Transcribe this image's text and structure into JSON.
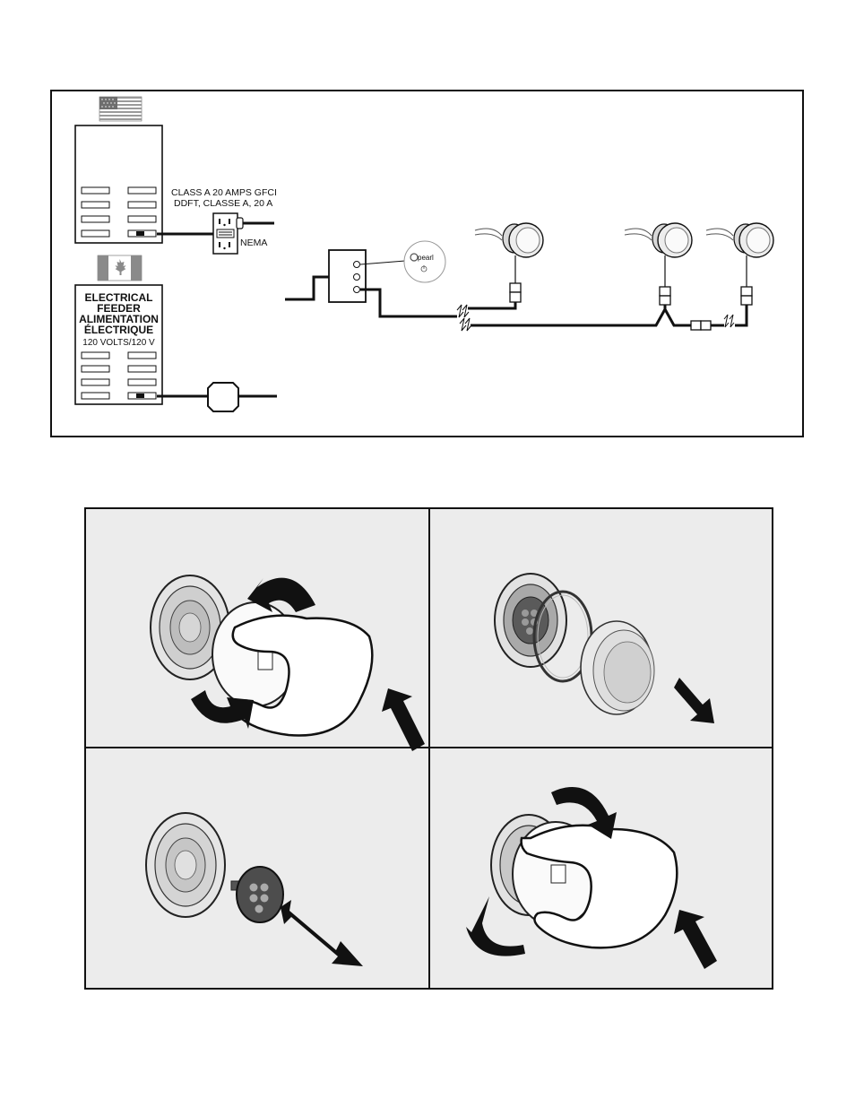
{
  "wiring_diagram": {
    "class_label": "CLASS A 20 AMPS GFCI",
    "ddft_label": "DDFT, CLASSE A, 20 A",
    "nema_label": "NEMA",
    "feeder_lines": [
      "ELECTRICAL",
      "FEEDER",
      "ALIMENTATION",
      "ÉLECTRIQUE"
    ],
    "volts_label": "120 VOLTS/120 V",
    "controller_logo": "pearl"
  },
  "install_steps": {
    "panel_bg": "#ececec",
    "arrow_color": "#111111"
  }
}
